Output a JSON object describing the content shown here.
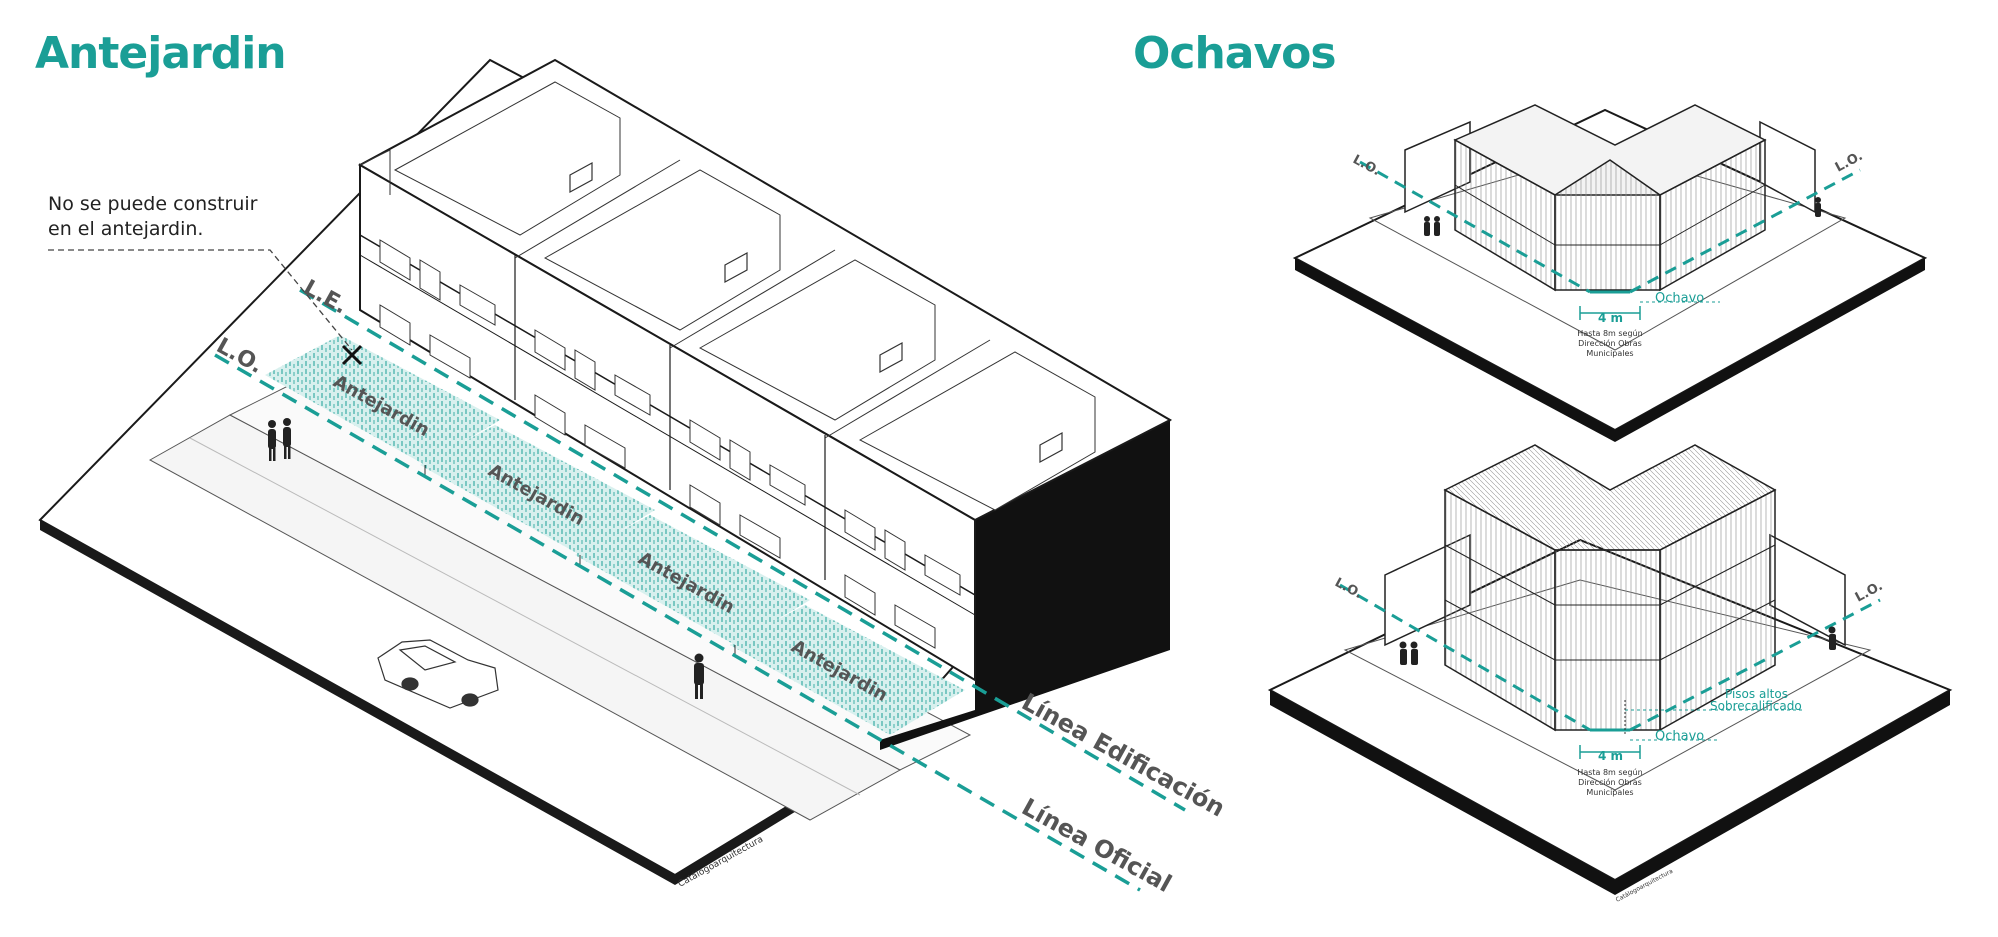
{
  "colors": {
    "accent": "#1a9e96",
    "ink": "#1a1a1a",
    "label_gray": "#555555",
    "hatch": "#bfe5e2"
  },
  "left_panel": {
    "title": "Antejardin",
    "note_line1": "No se puede construir",
    "note_line2": "en el antejardin.",
    "label_le": "L.E.",
    "label_lo": "L.O.",
    "garden_labels": [
      "Antejardin",
      "Antejardin",
      "Antejardin",
      "Antejardin"
    ],
    "linea_edificacion": "Línea Edificación",
    "linea_oficial": "Línea Oficial",
    "credit": "Catálogoarquitectura"
  },
  "right_panel": {
    "title": "Ochavos",
    "top": {
      "lo_left": "L.O.",
      "lo_right": "L.O.",
      "ochavo": "Ochavo",
      "dim": "4 m",
      "note": [
        "Hasta 8m según",
        "Dirección Obras",
        "Municipales"
      ]
    },
    "bottom": {
      "lo_left": "L.O.",
      "lo_right": "L.O.",
      "pisos1": "Pisos altos",
      "pisos2": "Sobrecalificado",
      "ochavo": "Ochavo",
      "dim": "4 m",
      "note": [
        "Hasta 8m según",
        "Dirección Obras",
        "Municipales"
      ],
      "credit": "Catálogoarquitectura"
    }
  }
}
